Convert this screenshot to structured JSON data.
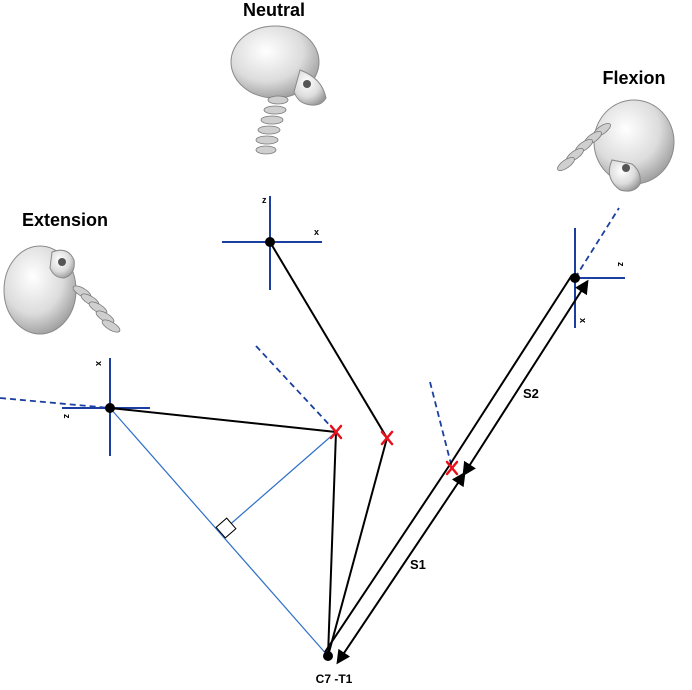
{
  "postures": {
    "neutral": {
      "title": "Neutral",
      "axis_vertical": "z",
      "axis_horizontal": "x"
    },
    "extension": {
      "title": "Extension",
      "axis_vertical": "x",
      "axis_horizontal": "z"
    },
    "flexion": {
      "title": "Flexion",
      "axis_vertical": "x",
      "axis_horizontal": "z"
    }
  },
  "segments": {
    "s1": "S1",
    "s2": "S2"
  },
  "joint": {
    "label": "C7 -T1"
  },
  "colors": {
    "link": "#000000",
    "frame": "#1a3fa0",
    "construction": "#2e6fc8",
    "marker": "#e8101a",
    "skull": "#e6e6e6"
  }
}
